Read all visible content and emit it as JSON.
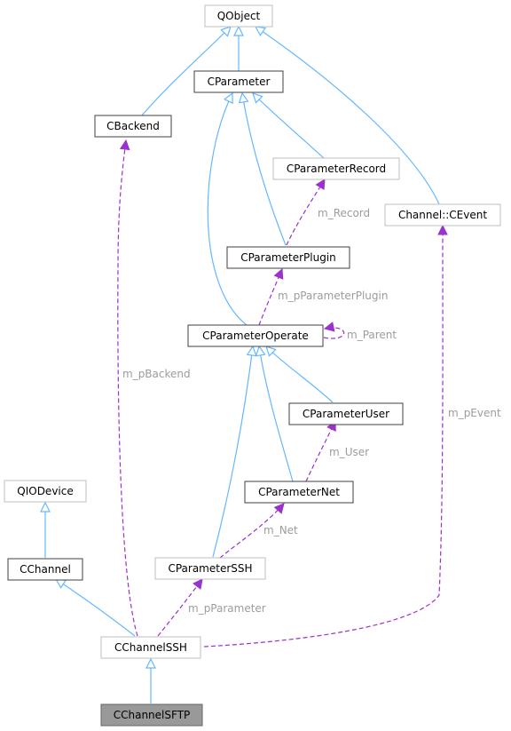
{
  "colors": {
    "inheritance_edge": "#63b8ff",
    "usage_edge": "#9a32cd",
    "current_node_fill": "#999999",
    "external_border": "#bfbfbf",
    "documented_border": "#404040",
    "edge_label": "#9c9c9c"
  },
  "nodes": {
    "qobject": "QObject",
    "cparameter": "CParameter",
    "cbackend": "CBackend",
    "cparameterrecord": "CParameterRecord",
    "channel_cevent": "Channel::CEvent",
    "cparameterplugin": "CParameterPlugin",
    "cparameteroperate": "CParameterOperate",
    "cparameteruser": "CParameterUser",
    "qiodevice": "QIODevice",
    "cparameternet": "CParameterNet",
    "cchannel": "CChannel",
    "cparameterssh": "CParameterSSH",
    "cchannelssh": "CChannelSSH",
    "cchannelsftp": "CChannelSFTP"
  },
  "edge_labels": {
    "m_record": "m_Record",
    "m_pparameterplugin": "m_pParameterPlugin",
    "m_parent": "m_Parent",
    "m_pbackend": "m_pBackend",
    "m_pevent": "m_pEvent",
    "m_user": "m_User",
    "m_net": "m_Net",
    "m_pparameter": "m_pParameter"
  }
}
